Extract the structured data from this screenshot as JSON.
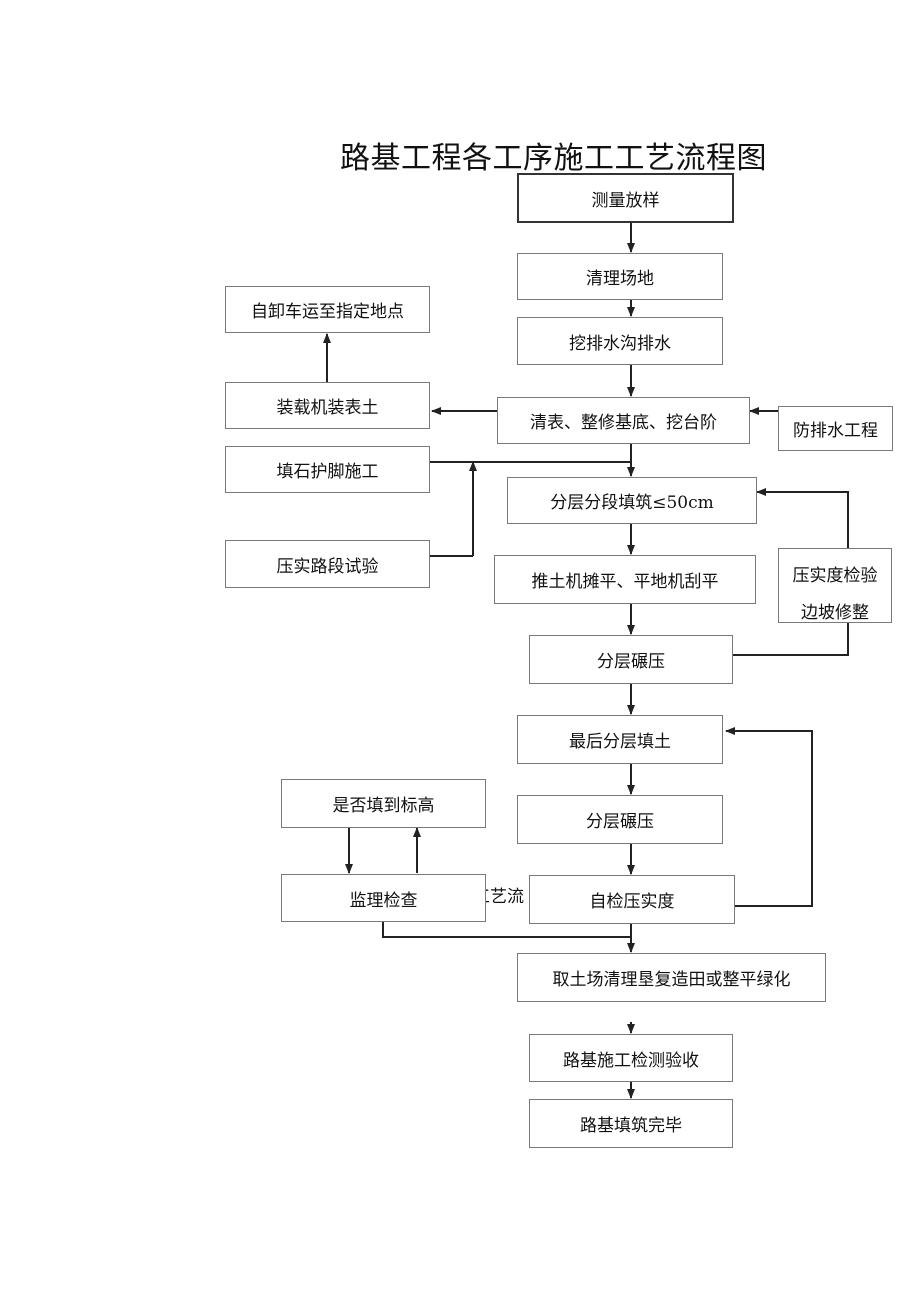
{
  "title": "路基工程各工序施工工艺流程图",
  "nodes": {
    "survey": "测量放样",
    "clear_site": "清理场地",
    "drainage_ditch": "挖排水沟排水",
    "strip_surface": "清表、整修基底、挖台阶",
    "waterproof": "防排水工程",
    "loader": "装载机装表土",
    "dump_truck": "自卸车运至指定地点",
    "rockfill_toe": "填石护脚施工",
    "compaction_trial": "压实路段试验",
    "layered_fill": "分层分段填筑≤50cm",
    "spread_level": "推土机摊平、平地机刮平",
    "compaction_check_1": "压实度检验",
    "compaction_check_2": "边坡修整",
    "layered_roll_1": "分层碾压",
    "final_fill": "最后分层填土",
    "layered_roll_2": "分层碾压",
    "self_check": "自检压实度",
    "elevation_check": "是否填到标高",
    "supervision": "监理检查",
    "borrow_restore": "取土场清理垦复造田或整平绿化",
    "acceptance": "路基施工检测验收",
    "complete": "路基填筑完毕"
  },
  "overlap_fragment": "工艺流"
}
